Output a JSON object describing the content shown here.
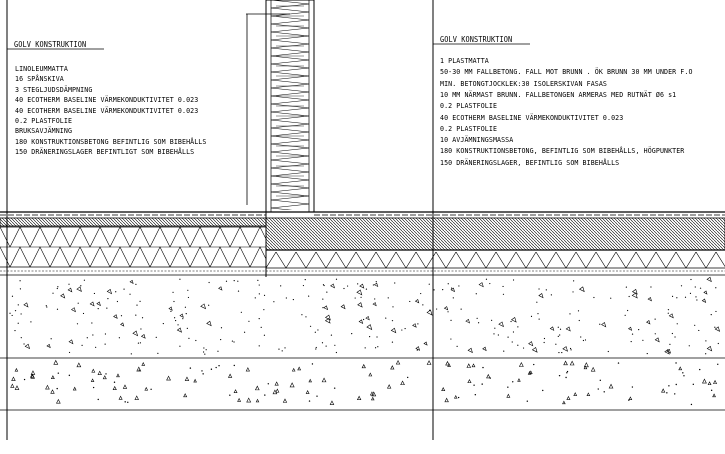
{
  "left_note": {
    "title": "GOLV KONSTRUKTION",
    "lines": [
      "LINOLEUMMATTA",
      "16 SPÅNSKIVA",
      " 3 STEGLJUDSDÄMPNING",
      "40 ECOTHERM BASELINE VÄRMEKONDUKTIVITET   0.023",
      "40 ECOTHERM BASELINE VÄRMEKONDUKTIVITET   0.023",
      "0.2 PLASTFOLIE",
      "BRUKSAVJÄMNING",
      "180 KONSTRUKTIONSBETONG BEFINTLIG SOM BIBEHÅLLS",
      "150 DRÄNERINGSLAGER BEFINTLIGT SOM BIBEHÅLLS"
    ]
  },
  "right_note": {
    "title": "GOLV KONSTRUKTION",
    "lines": [
      "1 PLASTMATTA",
      "50-30 MM FALLBETONG. FALL MOT BRUNN . ÖK BRUNN 30 MM UNDER F.O",
      "MIN. BETONGTJOCKLEK:30 ISOLERSKIVAN FASAS",
      "10 MM NÄRMAST BRUNN. FALLBETONGEN ARMERAS MED RUTNÄT Ø6 s1",
      "0.2 PLASTFOLIE",
      "40 ECOTHERM BASELINE VÄRMEKONDUKTIVITET   0.023",
      "0.2 PLASTFOLIE",
      "10 AVJÄMNINGSMASSA",
      "180 KONSTRUKTIONSBETONG, BEFINTLIG SOM BIBEHÅLLS, HÖGPUNKTER",
      "150 DRÄNERINGSLAGER, BEFINTLIG SOM BIBEHÅLLS"
    ]
  },
  "colors": {
    "line": "#000000",
    "background": "#ffffff"
  }
}
